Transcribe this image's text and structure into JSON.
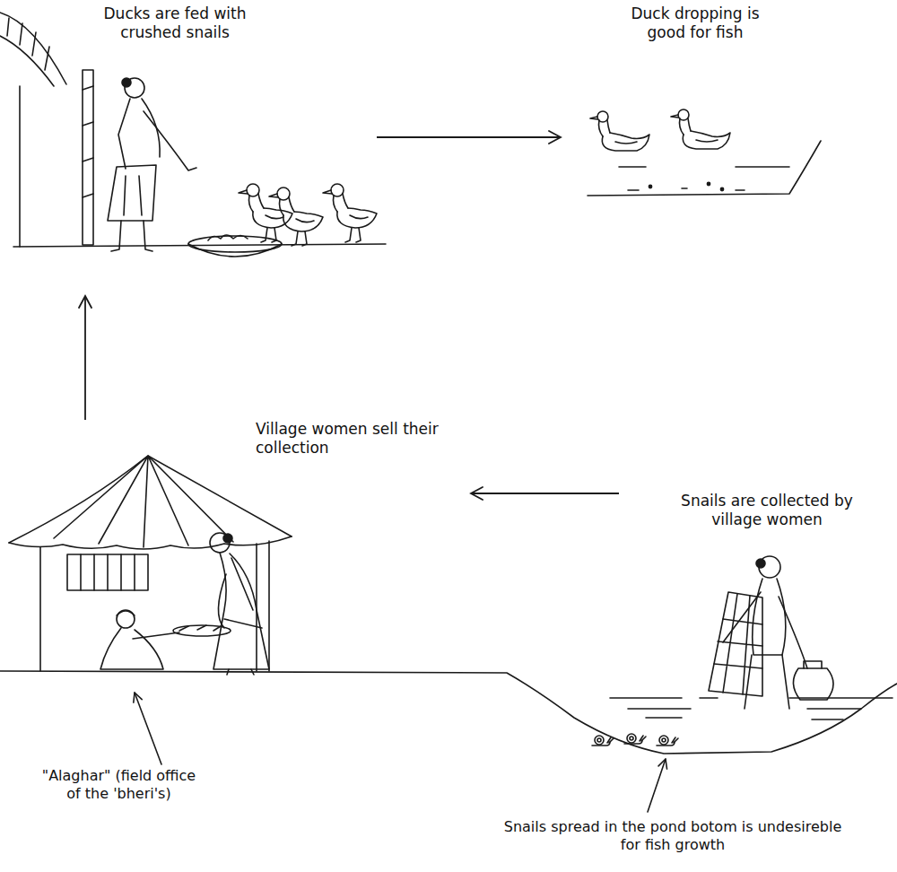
{
  "diagram": {
    "nodes": [
      {
        "text": [
          "Ducks are fed with crushed snails"
        ]
      },
      {
        "text": [
          "Duck dropping is good for fish"
        ]
      },
      {
        "text": [
          "Village women sell their collection"
        ]
      },
      {
        "text": [
          "Snails are collected by village women"
        ]
      }
    ],
    "edges": [
      {
        "from": 3,
        "to": 2,
        "arrow": "to"
      },
      {
        "from": 2,
        "to": 0,
        "arrow": "to"
      },
      {
        "from": 0,
        "to": 1,
        "arrow": "to"
      }
    ],
    "labels": [
      "\"Alaghar\" (field office of the 'bheri's)",
      "Snails spread in the pond botom is undesireble for fish growth"
    ]
  }
}
